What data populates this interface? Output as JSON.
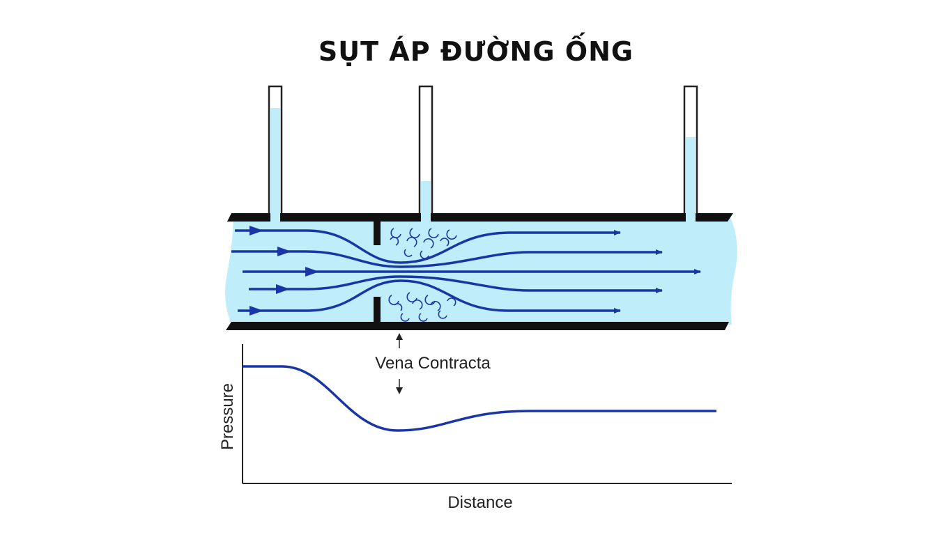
{
  "title": "SỤT ÁP ĐƯỜNG ỐNG",
  "annotation": "Vena Contracta",
  "graph": {
    "ylabel": "Pressure",
    "xlabel": "Distance"
  },
  "colors": {
    "water": "#bfeefa",
    "streamline": "#1a36a6",
    "pipe_wall": "#111111",
    "title_text": "#111111"
  },
  "piezometers": [
    {
      "position": "upstream",
      "fill_level": 0.85
    },
    {
      "position": "vena-contracta",
      "fill_level": 0.3
    },
    {
      "position": "downstream",
      "fill_level": 0.65
    }
  ]
}
